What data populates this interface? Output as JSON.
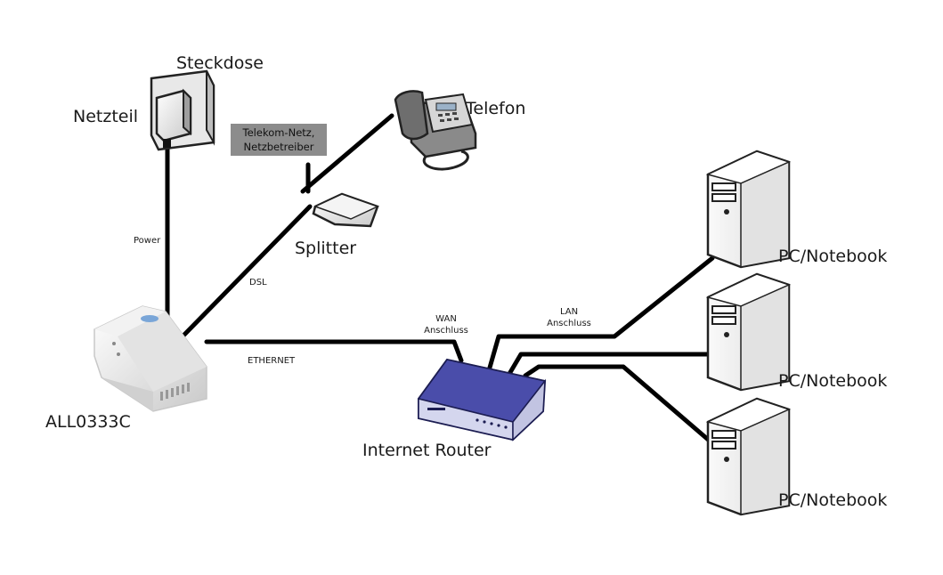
{
  "labels": {
    "steckdose": "Steckdose",
    "netzteil": "Netzteil",
    "telekom_line1": "Telekom-Netz,",
    "telekom_line2": "Netzbetreiber",
    "telefon": "Telefon",
    "splitter": "Splitter",
    "power": "Power",
    "dsl": "DSL",
    "ethernet": "ETHERNET",
    "wan_line1": "WAN",
    "wan_line2": "Anschluss",
    "lan_line1": "LAN",
    "lan_line2": "Anschluss",
    "modem": "ALL0333C",
    "router": "Internet Router",
    "pc1": "PC/Notebook",
    "pc2": "PC/Notebook",
    "pc3": "PC/Notebook"
  },
  "colors": {
    "cable": "#000000",
    "router_body": "#3c3f9a",
    "label_box": "#8c8c8c"
  },
  "icons": [
    "power-outlet-icon",
    "power-adapter-icon",
    "telephone-icon",
    "splitter-icon",
    "modem-icon",
    "router-icon",
    "pc-tower-icon"
  ]
}
